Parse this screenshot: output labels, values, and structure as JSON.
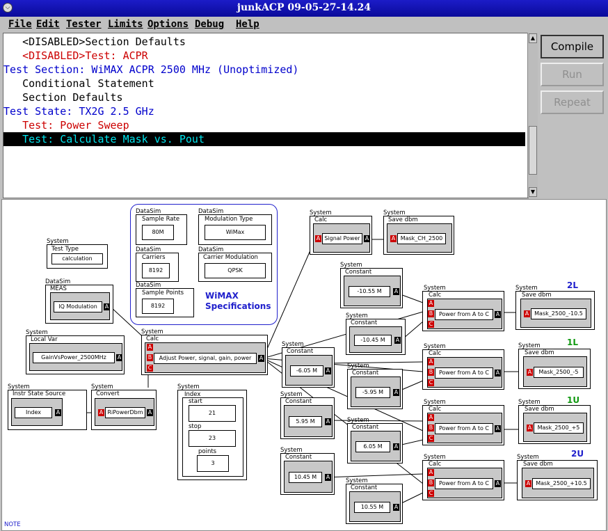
{
  "window": {
    "title": "junkACP 09-05-27-14.24"
  },
  "menu": {
    "file": "File",
    "edit": "Edit",
    "tester": "Tester",
    "limits": "Limits",
    "options": "Options",
    "debug": "Debug",
    "help": "Help"
  },
  "tree": {
    "items": [
      {
        "text": "   <DISABLED>Section Defaults",
        "color": "#000000"
      },
      {
        "text": "   <DISABLED>Test: ACPR",
        "color": "#cc0000"
      },
      {
        "text": "Test Section: WiMAX ACPR 2500 MHz (Unoptimized)",
        "color": "#0000cc"
      },
      {
        "text": "   Conditional Statement",
        "color": "#000000"
      },
      {
        "text": "   Section Defaults",
        "color": "#000000"
      },
      {
        "text": "Test State: TX2G 2.5 GHz",
        "color": "#0000cc"
      },
      {
        "text": "   Test: Power Sweep",
        "color": "#cc0000"
      },
      {
        "text": "   Test: Calculate Mask vs. Pout",
        "color": "#00e5ee",
        "selected": true
      }
    ]
  },
  "buttons": {
    "compile": "Compile",
    "run": "Run",
    "repeat": "Repeat"
  },
  "diagram": {
    "system": "System",
    "datasim": "DataSim",
    "calc": "Calc",
    "constant": "Constant",
    "save_dbm": "Save dbm",
    "port_a": "A",
    "port_b": "B",
    "port_c": "C",
    "test_type": {
      "type": "Test Type",
      "value": "calculation"
    },
    "meas": {
      "type": "MEAS",
      "value": "IQ Modulation"
    },
    "local_var": {
      "type": "Local Var",
      "value": "GainVsPower_2500MHz"
    },
    "instr_state": {
      "type": "Instr State Source",
      "value": "Index"
    },
    "convert": {
      "type": "Convert",
      "value": "RiPowerDbm"
    },
    "calc_main": {
      "value": "Adjust Power, signal, gain, power"
    },
    "index": {
      "type": "Index",
      "start_label": "start",
      "start": "21",
      "stop_label": "stop",
      "stop": "23",
      "points_label": "points",
      "points": "3"
    },
    "wimax": {
      "label": "WiMAX Specifications",
      "sample_rate_label": "Sample Rate",
      "sample_rate": "80M",
      "carriers_label": "Carriers",
      "carriers": "8192",
      "sample_points_label": "Sample Points",
      "sample_points": "8192",
      "mod_type_label": "Modulation Type",
      "mod_type": "WiMax",
      "carrier_mod_label": "Carrier Modulation",
      "carrier_mod": "QPSK"
    },
    "signal_power": "Signal Power",
    "mask_ch": "Mask_CH_2500",
    "calc_power": "Power from A to C",
    "constants": [
      "-10.55 M",
      "-10.45 M",
      "-6.05 M",
      "-5.95 M",
      "5.95 M",
      "6.05 M",
      "10.45 M",
      "10.55 M"
    ],
    "masks": [
      "Mask_2500_-10.5",
      "Mask_2500_-5",
      "Mask_2500_+5",
      "Mask_2500_+10.5"
    ],
    "labels": [
      "2L",
      "1L",
      "1U",
      "2U"
    ],
    "note": "NOTE"
  },
  "colors": {
    "title_bar": "#1414b4",
    "selection": "#000000",
    "selection_text": "#00e5ee",
    "link": "#0000cc",
    "disabled": "#cc0000",
    "port_red": "#cc0000",
    "label_blue": "#2020cc",
    "label_green": "#119911"
  }
}
